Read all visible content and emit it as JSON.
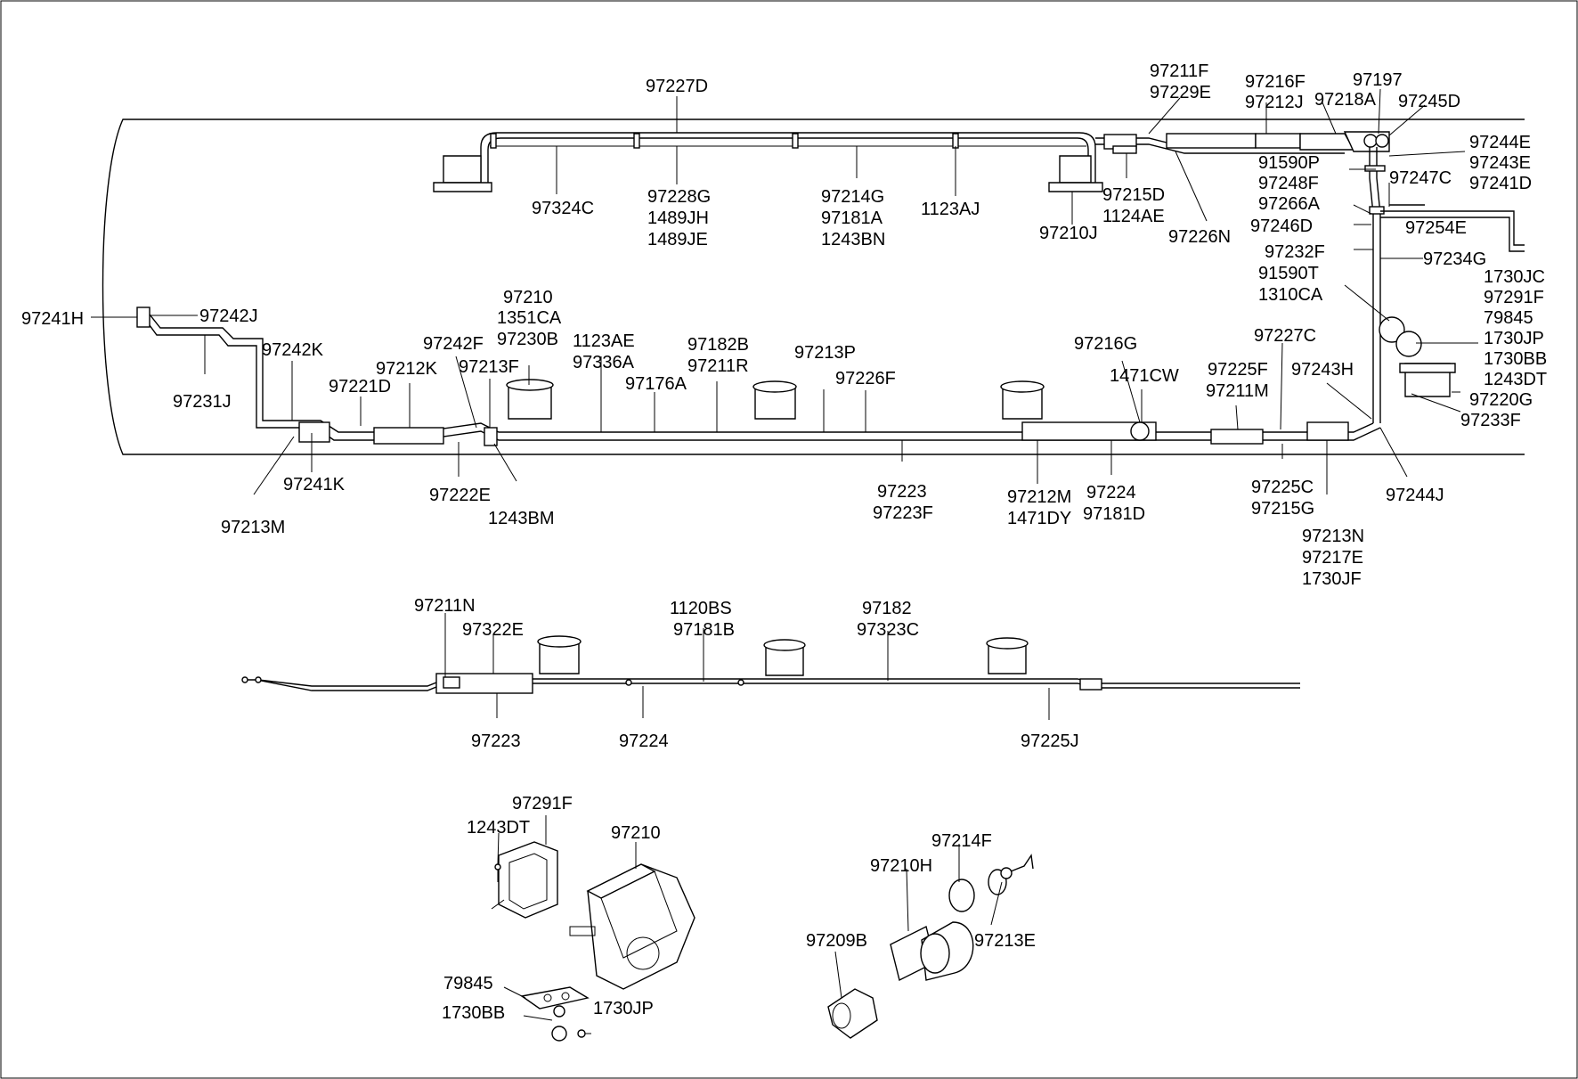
{
  "labels": {
    "l_97227D": "97227D",
    "l_97324C": "97324C",
    "l_97228G": "97228G",
    "l_1489JH": "1489JH",
    "l_1489JE": "1489JE",
    "l_97214G": "97214G",
    "l_97181A": "97181A",
    "l_1243BN": "1243BN",
    "l_1123AJ": "1123AJ",
    "l_97210J": "97210J",
    "l_97215D": "97215D",
    "l_1124AE": "1124AE",
    "l_97211F": "97211F",
    "l_97229E": "97229E",
    "l_97226N": "97226N",
    "l_97216F": "97216F",
    "l_97212J": "97212J",
    "l_97218A": "97218A",
    "l_97197": "97197",
    "l_97245D": "97245D",
    "l_97244E": "97244E",
    "l_97243E": "97243E",
    "l_97241D": "97241D",
    "l_91590P": "91590P",
    "l_97248F": "97248F",
    "l_97247C": "97247C",
    "l_97266A": "97266A",
    "l_97246D": "97246D",
    "l_97254E": "97254E",
    "l_97232F": "97232F",
    "l_97234G": "97234G",
    "l_91590T": "91590T",
    "l_1310CA": "1310CA",
    "l_1730JC": "1730JC",
    "l_97291F_r": "97291F",
    "l_79845_r": "79845",
    "l_1730JP_r": "1730JP",
    "l_1730BB_r": "1730BB",
    "l_1243DT_r": "1243DT",
    "l_97220G": "97220G",
    "l_97233F": "97233F",
    "l_97243H": "97243H",
    "l_97244J": "97244J",
    "l_97227C": "97227C",
    "l_97225F": "97225F",
    "l_97211M": "97211M",
    "l_97225C": "97225C",
    "l_97215G": "97215G",
    "l_97213N": "97213N",
    "l_97217E": "97217E",
    "l_1730JF": "1730JF",
    "l_97216G": "97216G",
    "l_1471CW": "1471CW",
    "l_97212M": "97212M",
    "l_1471DY": "1471DY",
    "l_97224_a": "97224",
    "l_97181D": "97181D",
    "l_97223_a": "97223",
    "l_97223F": "97223F",
    "l_97213P": "97213P",
    "l_97226F": "97226F",
    "l_97182B": "97182B",
    "l_97211R": "97211R",
    "l_97176A": "97176A",
    "l_1123AE": "1123AE",
    "l_97336A": "97336A",
    "l_97210_a": "97210",
    "l_1351CA": "1351CA",
    "l_97230B": "97230B",
    "l_97213F": "97213F",
    "l_1243BM": "1243BM",
    "l_97242F": "97242F",
    "l_97222E": "97222E",
    "l_97212K": "97212K",
    "l_97221D": "97221D",
    "l_97242K": "97242K",
    "l_97241K": "97241K",
    "l_97213M": "97213M",
    "l_97231J": "97231J",
    "l_97241H": "97241H",
    "l_97242J": "97242J",
    "l_97211N": "97211N",
    "l_97322E": "97322E",
    "l_97223_b": "97223",
    "l_97224_b": "97224",
    "l_1120BS": "1120BS",
    "l_97181B": "97181B",
    "l_97182": "97182",
    "l_97323C": "97323C",
    "l_97225J": "97225J",
    "l_97291F_b": "97291F",
    "l_1243DT_b": "1243DT",
    "l_97210_b": "97210",
    "l_79845_b": "79845",
    "l_1730BB_b": "1730BB",
    "l_1730JP_b": "1730JP",
    "l_97214F": "97214F",
    "l_97210H": "97210H",
    "l_97213E": "97213E",
    "l_97209B": "97209B"
  }
}
